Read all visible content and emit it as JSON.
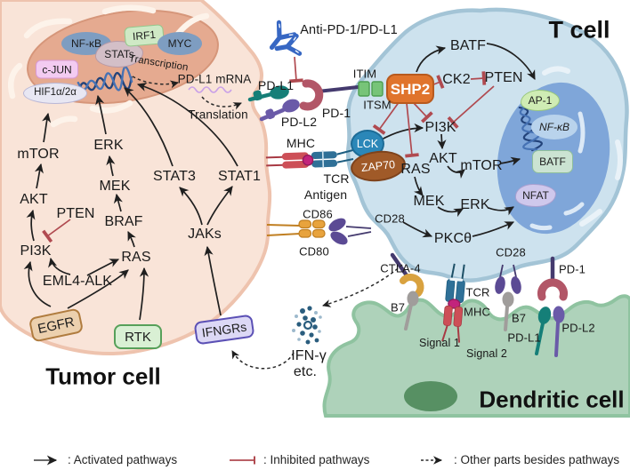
{
  "titles": {
    "t_cell": "T cell",
    "tumor_cell": "Tumor cell",
    "dendritic_cell": "Dendritic cell"
  },
  "tumor": {
    "nucleus": {
      "nfkb": "NF-κB",
      "stats": "STATs",
      "irf1": "IRF1",
      "myc": "MYC",
      "cjun": "c-JUN",
      "hif": "HIF1α/2α",
      "transcription": "Transcription"
    },
    "expression": {
      "pdl1_mrna": "PD-L1 mRNA",
      "translation": "Translation"
    },
    "pathway": {
      "mtor": "mTOR",
      "erk": "ERK",
      "akt": "AKT",
      "pten": "PTEN",
      "mek": "MEK",
      "braf": "BRAF",
      "stat3": "STAT3",
      "stat1": "STAT1",
      "pi3k": "PI3K",
      "ras": "RAS",
      "jaks": "JAKs",
      "eml4_alk": "EML4-ALK"
    },
    "receptors": {
      "egfr": "EGFR",
      "rtk": "RTK",
      "ifngrs": "IFNGRs"
    }
  },
  "interface": {
    "anti_pd": "Anti-PD-1/PD-L1",
    "pdl1": "PD-L1",
    "pd1": "PD-1",
    "pdl2": "PD-L2",
    "itim": "ITIM",
    "itsm": "ITSM",
    "mhc": "MHC",
    "tcr": "TCR",
    "antigen": "Antigen",
    "cd86": "CD86",
    "cd80": "CD80",
    "cd28": "CD28"
  },
  "t_cell": {
    "pathway": {
      "batf": "BATF",
      "shp2": "SHP2",
      "ck2": "CK2",
      "pten": "PTEN",
      "pi3k": "PI3K",
      "lck": "LCK",
      "zap70": "ZAP70",
      "ras": "RAS",
      "akt": "AKT",
      "mtor": "mTOR",
      "mek": "MEK",
      "erk": "ERK",
      "pkc": "PKCθ"
    },
    "nucleus": {
      "ap1": "AP-1",
      "nfkb": "NF-κB",
      "batf": "BATF",
      "nfat": "NFAT"
    }
  },
  "synapse": {
    "ctla4": "CTLA-4",
    "b7_left": "B7",
    "tcr": "TCR",
    "mhc": "MHC",
    "signal1": "Signal 1",
    "signal2": "Signal 2",
    "cd28": "CD28",
    "b7_right": "B7",
    "pd1": "PD-1",
    "pdl1": "PD-L1",
    "pdl2": "PD-L2"
  },
  "cytokines": {
    "ifn": "IFN-γ",
    "etc": "etc."
  },
  "legend": {
    "activated": ": Activated pathways",
    "inhibited": ": Inhibited pathways",
    "other": ": Other parts besides pathways"
  },
  "colors": {
    "tumor_fill": "#f9e4d8",
    "tumor_nucleus": "#e5aa90",
    "t_cell_fill": "#cde2ee",
    "t_nucleus": "#7fa6d9",
    "dendritic_fill": "#aed2ba",
    "dendritic_nucleus": "#579063",
    "activated_black": "#1f1f1f",
    "inhibited_red": "#b04a50",
    "shp2_orange": "#e0742c",
    "pd1_maroon": "#b25667",
    "pdl1_teal": "#157f78",
    "pdl2_purple": "#6a5aa8",
    "cd28_purple": "#5b4a94",
    "antibody_blue": "#3767c3",
    "mhc_red": "#cd4f57",
    "tcr_blue": "#2f7097",
    "cd86_orange": "#e8a33d",
    "ctla4_yellow": "#d9a23f",
    "b7_gray": "#a09d9b"
  }
}
